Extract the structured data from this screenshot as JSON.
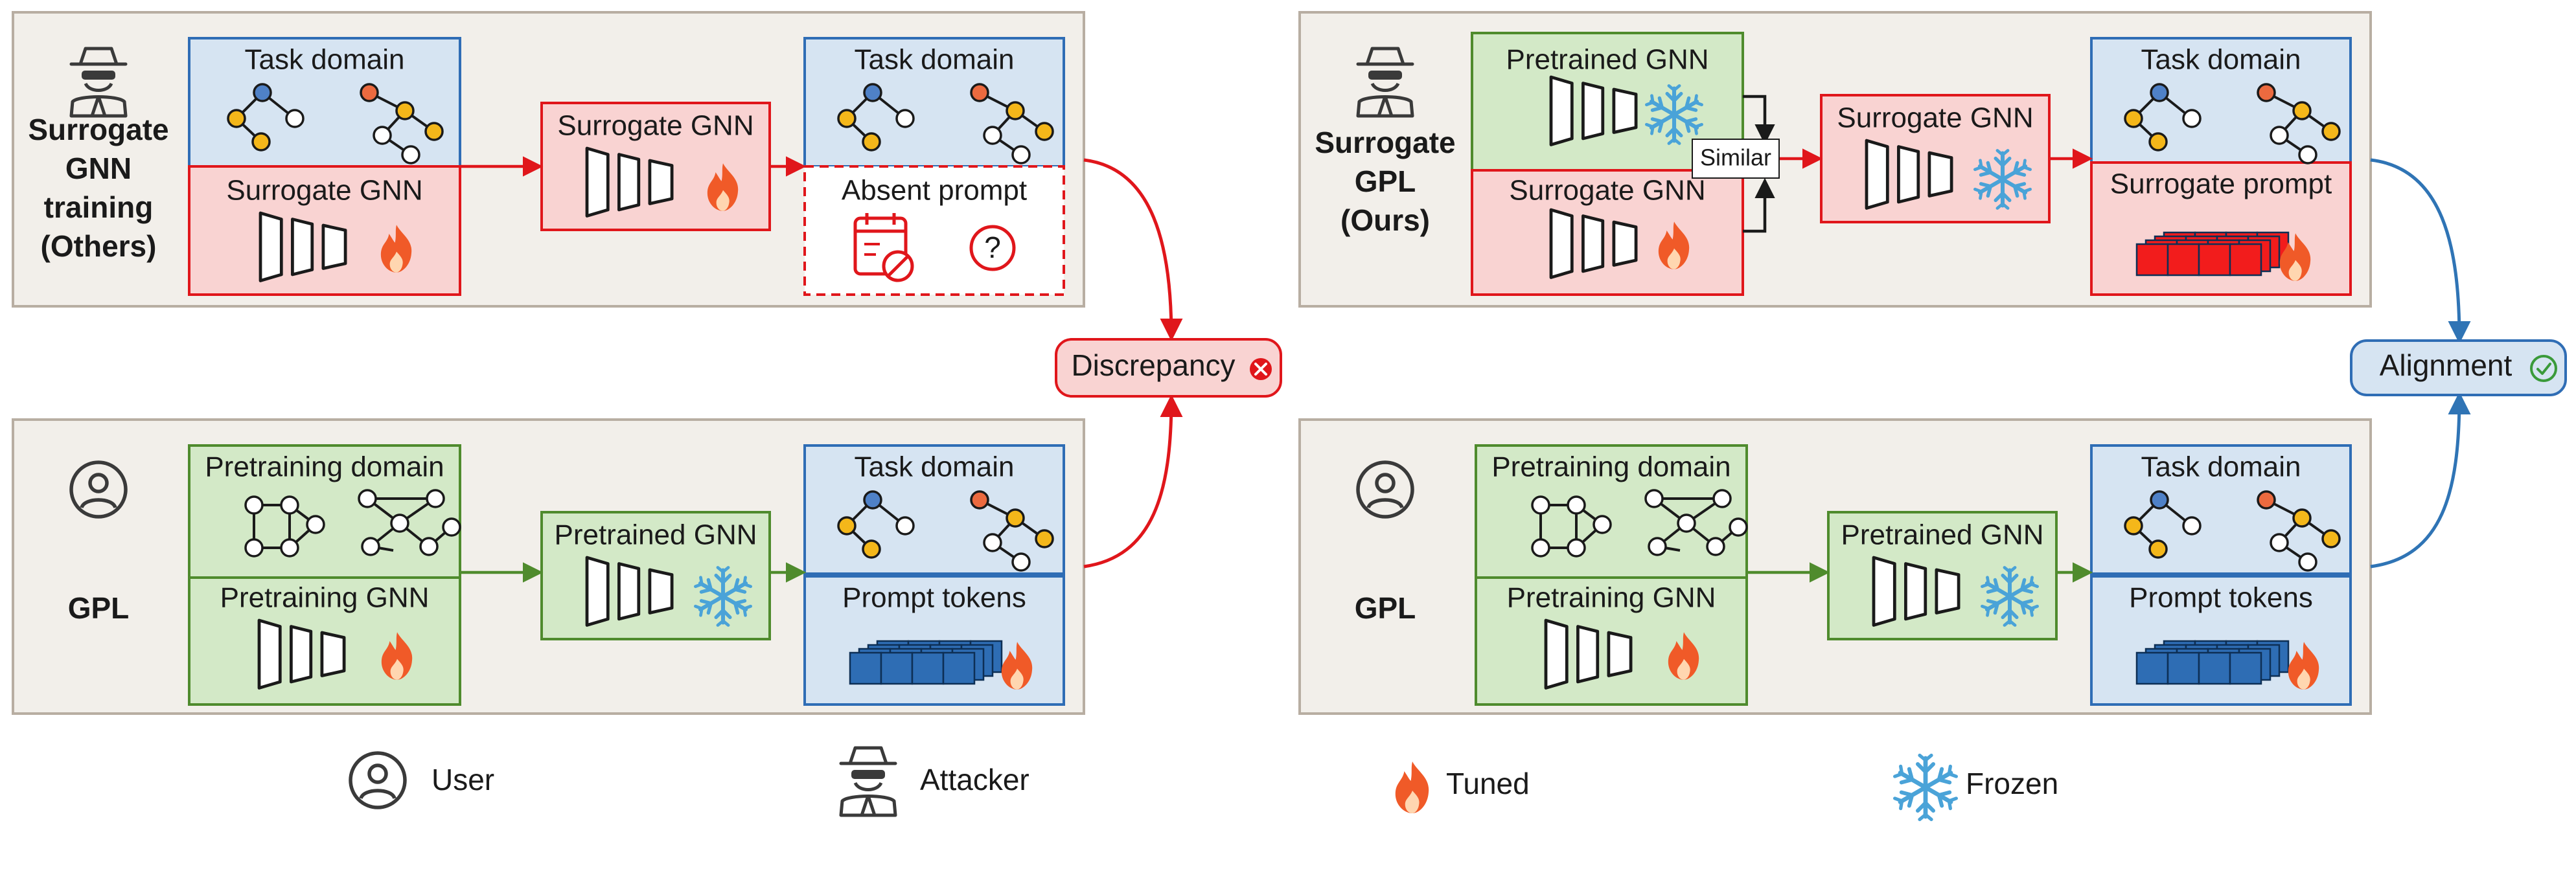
{
  "colors": {
    "panel_bg": "#f2efea",
    "panel_border": "#b8aea2",
    "blue_fill": "#d6e4f2",
    "blue_border": "#2f6db5",
    "red_fill": "#f9d3d2",
    "red_border": "#e0161b",
    "green_fill": "#d3e9c7",
    "green_border": "#4f8b2d",
    "arrow_red": "#e0161b",
    "arrow_green": "#4f8b2d",
    "arrow_blue": "#2f74b5",
    "node_blue": "#4f81c7",
    "node_yellow": "#f4b71a",
    "node_orange": "#ec6a3f",
    "flame": "#f05a28",
    "snow": "#4aa3d8",
    "token_blue": "#2e6db4",
    "token_red": "#f21c1c"
  },
  "panels": {
    "top_left": {
      "label": [
        "Surrogate",
        "GNN",
        "training",
        "(Others)"
      ],
      "icon": "attacker-icon",
      "box1_top": "Task domain",
      "box1_bottom": "Surrogate GNN",
      "box2": "Surrogate GNN",
      "box3_top": "Task domain",
      "box3_bottom": "Absent prompt"
    },
    "bottom_left": {
      "label": [
        "GPL"
      ],
      "icon": "user-icon",
      "box1_top": "Pretraining domain",
      "box1_bottom": "Pretraining GNN",
      "box2": "Pretrained GNN",
      "box3_top": "Task domain",
      "box3_bottom": "Prompt tokens"
    },
    "top_right": {
      "label": [
        "Surrogate",
        "GPL",
        "(Ours)"
      ],
      "icon": "attacker-icon",
      "box1_top": "Pretrained GNN",
      "box1_bottom": "Surrogate GNN",
      "similar": "Similar",
      "box2": "Surrogate GNN",
      "box3_top": "Task domain",
      "box3_bottom": "Surrogate prompt"
    },
    "bottom_right": {
      "label": [
        "GPL"
      ],
      "icon": "user-icon",
      "box1_top": "Pretraining domain",
      "box1_bottom": "Pretraining GNN",
      "box2": "Pretrained GNN",
      "box3_top": "Task domain",
      "box3_bottom": "Prompt tokens"
    }
  },
  "discrepancy": "Discrepancy",
  "alignment": "Alignment",
  "legend": {
    "user": "User",
    "attacker": "Attacker",
    "tuned": "Tuned",
    "frozen": "Frozen"
  }
}
